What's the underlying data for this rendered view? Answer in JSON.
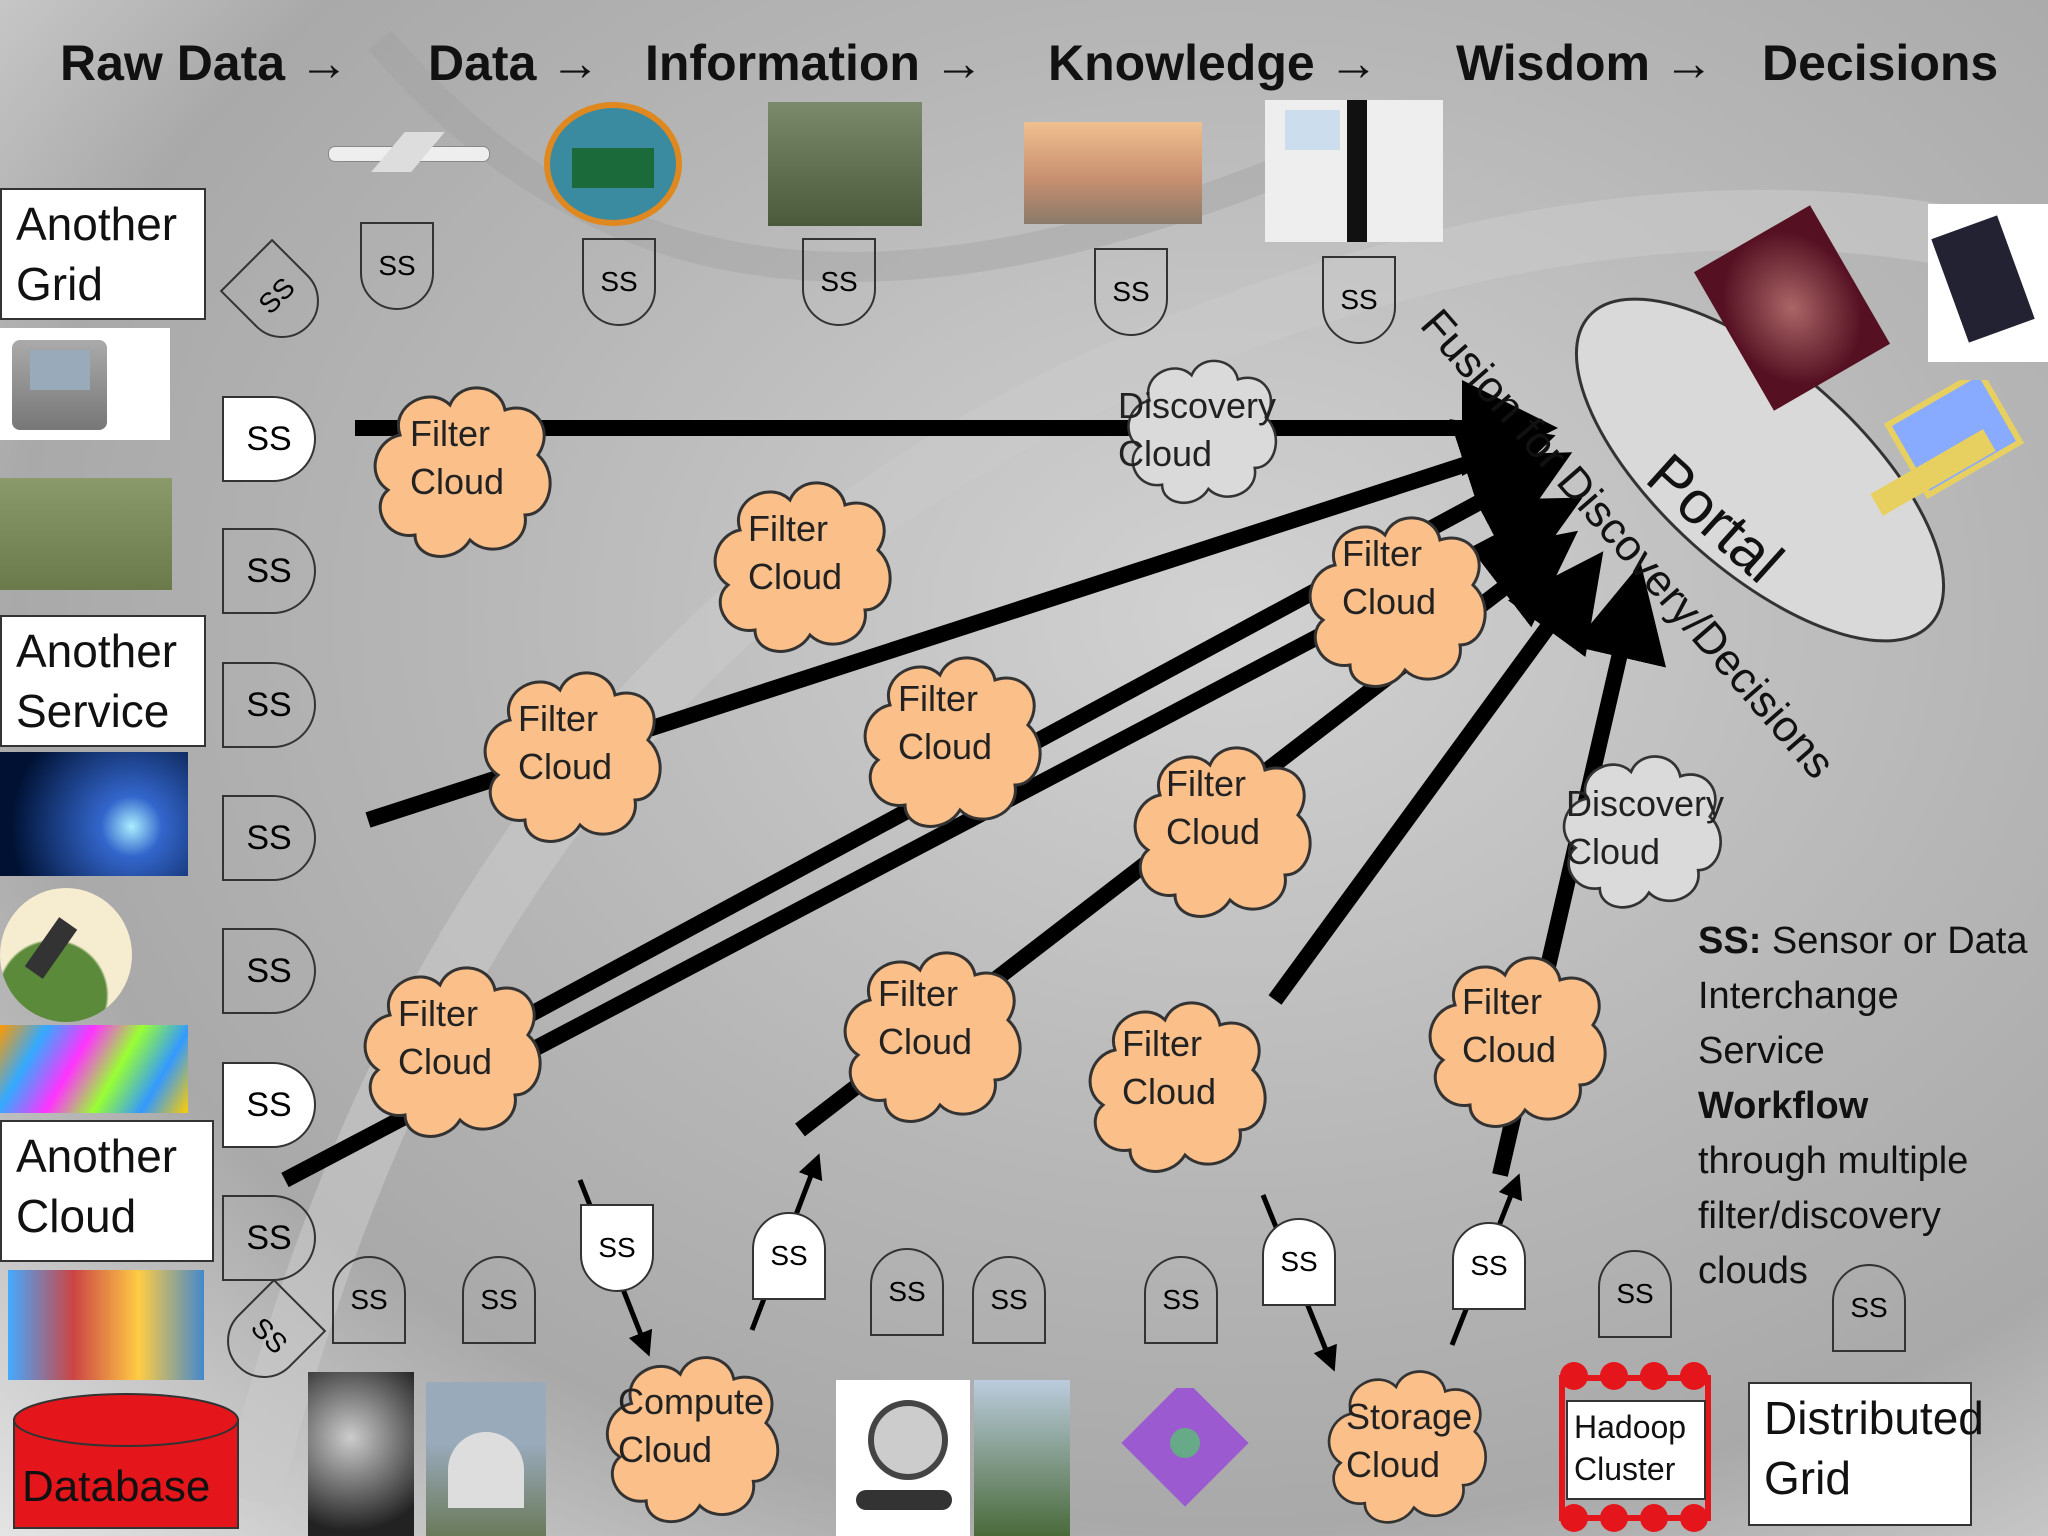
{
  "header": {
    "steps": [
      "Raw Data →",
      "Data →",
      "Information →",
      "Knowledge →",
      "Wisdom →",
      "Decisions"
    ]
  },
  "boxes": {
    "another_grid": [
      "Another",
      "Grid"
    ],
    "another_service": [
      "Another",
      "Service"
    ],
    "another_cloud": [
      "Another",
      "Cloud"
    ],
    "distributed_grid": [
      "Distributed",
      "Grid"
    ],
    "hadoop": [
      "Hadoop",
      "Cluster"
    ],
    "database": "Database"
  },
  "ss_label": "SS",
  "ss_small_label": "SS",
  "clouds": {
    "filter": [
      "Filter",
      "Cloud"
    ],
    "discovery": [
      "Discovery",
      "Cloud"
    ],
    "compute": [
      "Compute",
      "Cloud"
    ],
    "storage": [
      "Storage",
      "Cloud"
    ]
  },
  "portal": "Portal",
  "fusion": "Fusion for Discovery/Decisions",
  "legend": {
    "ss_abbrev": "SS:",
    "ss_text": " Sensor or Data",
    "line2": "Interchange",
    "line3": "Service",
    "workflow": "Workflow",
    "line5": "through multiple",
    "line6": "filter/discovery",
    "line7": "clouds"
  },
  "colors": {
    "filter_cloud": "#FBBF89",
    "discovery_cloud": "#DADADA",
    "database": "#E4161B",
    "portal": "#D9D9D9"
  }
}
